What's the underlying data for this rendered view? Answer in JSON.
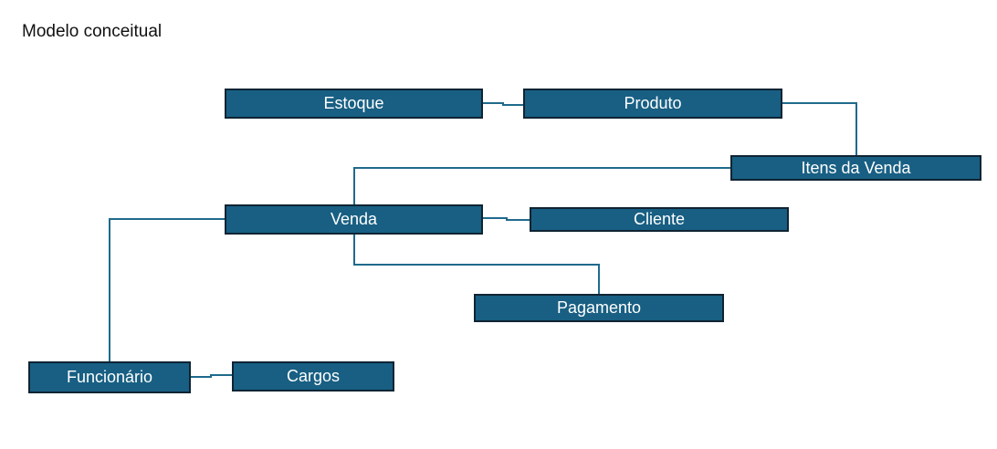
{
  "title": "Modelo conceitual",
  "colors": {
    "entity_fill": "#185f83",
    "entity_border": "#0f2433",
    "entity_text": "#ffffff",
    "connector": "#1f6a8c"
  },
  "entities": {
    "estoque": "Estoque",
    "produto": "Produto",
    "itens_venda": "Itens da Venda",
    "venda": "Venda",
    "cliente": "Cliente",
    "pagamento": "Pagamento",
    "funcionario": "Funcionário",
    "cargos": "Cargos"
  },
  "relationships": [
    {
      "from": "Estoque",
      "to": "Produto"
    },
    {
      "from": "Produto",
      "to": "Itens da Venda"
    },
    {
      "from": "Itens da Venda",
      "to": "Venda"
    },
    {
      "from": "Venda",
      "to": "Cliente"
    },
    {
      "from": "Venda",
      "to": "Pagamento"
    },
    {
      "from": "Venda",
      "to": "Funcionário"
    },
    {
      "from": "Funcionário",
      "to": "Cargos"
    }
  ]
}
